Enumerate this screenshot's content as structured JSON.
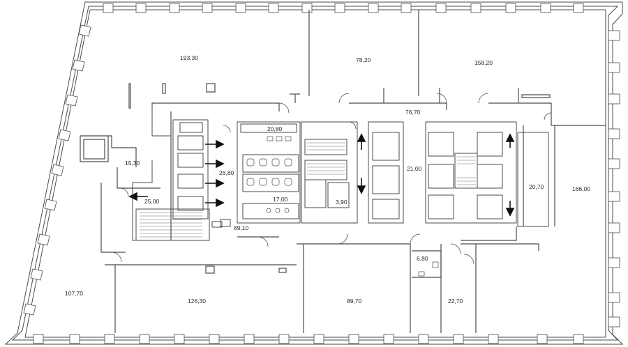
{
  "areas": [
    {
      "id": "r1",
      "label": "193,30"
    },
    {
      "id": "r2",
      "label": "78,20"
    },
    {
      "id": "r3",
      "label": "158,20"
    },
    {
      "id": "r4",
      "label": "76,70"
    },
    {
      "id": "r5",
      "label": "20,80"
    },
    {
      "id": "r6",
      "label": "15,30"
    },
    {
      "id": "r7",
      "label": "26,80"
    },
    {
      "id": "r8",
      "label": "21,00"
    },
    {
      "id": "r9",
      "label": "20,70"
    },
    {
      "id": "r10",
      "label": "166,00"
    },
    {
      "id": "r11",
      "label": "25,00"
    },
    {
      "id": "r12",
      "label": "17,00"
    },
    {
      "id": "r13",
      "label": "3,90"
    },
    {
      "id": "r14",
      "label": "89,10"
    },
    {
      "id": "r15",
      "label": "6,80"
    },
    {
      "id": "r16",
      "label": "107,70"
    },
    {
      "id": "r17",
      "label": "126,30"
    },
    {
      "id": "r18",
      "label": "89,70"
    },
    {
      "id": "r19",
      "label": "22,70"
    }
  ],
  "colors": {
    "wall": "#4a4a4a",
    "arrow": "#111111",
    "text": "#2b2b2b"
  }
}
